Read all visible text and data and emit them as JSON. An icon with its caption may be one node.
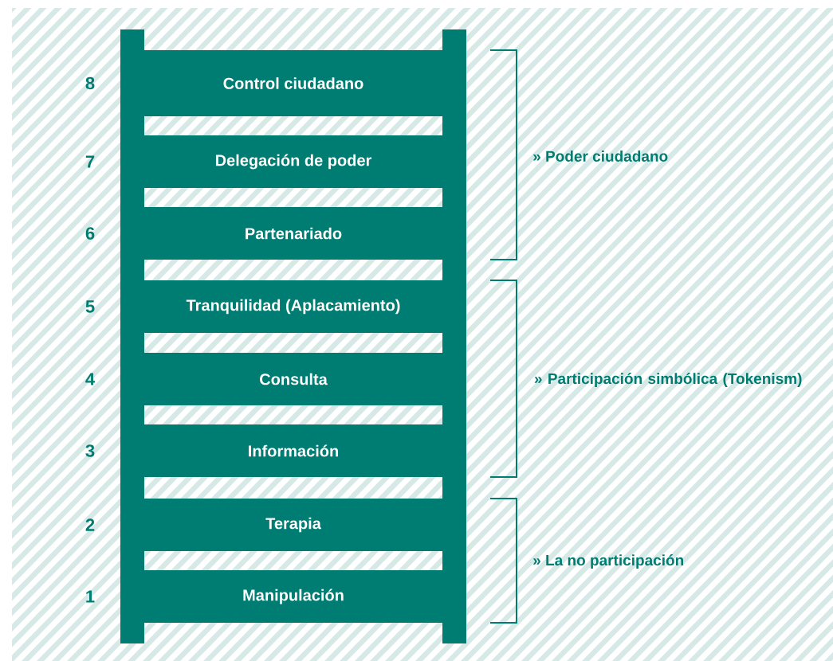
{
  "diagram": {
    "nodes": [
      {
        "text": [
          "Control ciudadano"
        ],
        "beside": [
          "8"
        ]
      },
      {
        "text": [
          "Delegación de poder"
        ],
        "beside": [
          "7"
        ]
      },
      {
        "text": [
          "Partenariado"
        ],
        "beside": [
          "6"
        ]
      },
      {
        "text": [
          "Tranquilidad (Aplacamiento)"
        ],
        "beside": [
          "5"
        ]
      },
      {
        "text": [
          "Consulta"
        ],
        "beside": [
          "4"
        ]
      },
      {
        "text": [
          "Información"
        ],
        "beside": [
          "3"
        ]
      },
      {
        "text": [
          "Terapia"
        ],
        "beside": [
          "2"
        ]
      },
      {
        "text": [
          "Manipulación"
        ],
        "beside": [
          "1"
        ]
      },
      {
        "text": [],
        "shape": "bar"
      },
      {
        "text": [],
        "shape": "bar"
      }
    ],
    "labels": [
      "» Poder ciudadano",
      "» Participación simbólica (Tokenism)",
      "» La no participación"
    ]
  }
}
